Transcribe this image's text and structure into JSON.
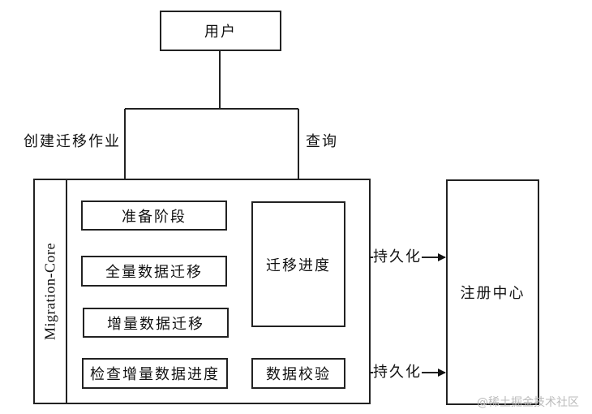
{
  "user": {
    "label": "用户"
  },
  "edges": {
    "create_job": "创建迁移作业",
    "query": "查询",
    "persist_progress": "持久化",
    "persist_verify": "持久化"
  },
  "core": {
    "title": "Migration-Core",
    "stages": [
      {
        "label": "准备阶段"
      },
      {
        "label": "全量数据迁移"
      },
      {
        "label": "增量数据迁移"
      },
      {
        "label": "检查增量数据进度"
      }
    ],
    "progress": {
      "label": "迁移进度"
    },
    "verify": {
      "label": "数据校验"
    }
  },
  "registry": {
    "label": "注册中心"
  },
  "watermark": "@稀土掘金技术社区"
}
